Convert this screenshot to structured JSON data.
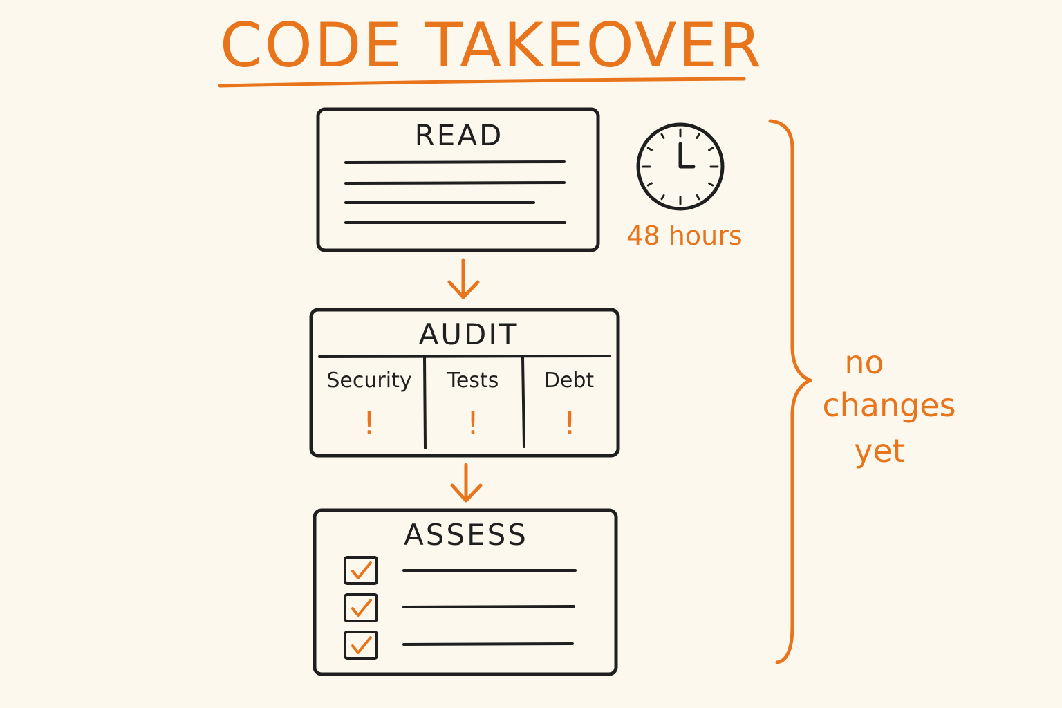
{
  "title": "CODE TAKEOVER",
  "colors": {
    "accent": "#e8741c",
    "ink": "#1f1f1f",
    "background": "#fdf8ee"
  },
  "steps": {
    "read": {
      "label": "READ"
    },
    "audit": {
      "label": "AUDIT",
      "columns": [
        {
          "label": "Security",
          "mark": "!"
        },
        {
          "label": "Tests",
          "mark": "!"
        },
        {
          "label": "Debt",
          "mark": "!"
        }
      ]
    },
    "assess": {
      "label": "ASSESS",
      "items_checked": 3
    }
  },
  "timer": {
    "icon": "clock-icon",
    "label": "48 hours"
  },
  "brace_note": {
    "lines": [
      "no",
      "changes",
      "yet"
    ]
  }
}
